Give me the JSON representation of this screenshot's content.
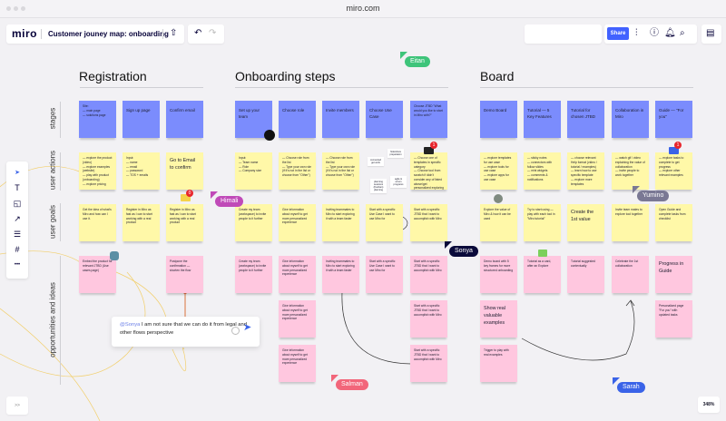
{
  "browser": {
    "url": "miro.com"
  },
  "header": {
    "logo": "miro",
    "board_title": "Customer jouney map: onboarding",
    "share_label": "Share",
    "zoom": "348%",
    "collapse_label": ">>"
  },
  "icons": {
    "upload": "upload-icon",
    "undo": "undo-icon",
    "redo": "redo-icon",
    "settings": "sliders-icon",
    "help": "help-icon",
    "bell": "bell-icon",
    "search": "search-icon",
    "notes": "notes-icon"
  },
  "toolbar": [
    {
      "icon": "cursor-icon",
      "glyph": "➤"
    },
    {
      "icon": "text-icon",
      "glyph": "T"
    },
    {
      "icon": "sticky-note-icon",
      "glyph": "◱"
    },
    {
      "icon": "arrow-line-icon",
      "glyph": "↗"
    },
    {
      "icon": "comment-icon",
      "glyph": "☰"
    },
    {
      "icon": "frame-icon",
      "glyph": "#"
    },
    {
      "icon": "more-icon",
      "glyph": "•••"
    }
  ],
  "sections": [
    "Registration",
    "Onboarding steps",
    "Board"
  ],
  "row_labels": [
    "stages",
    "user actions",
    "user goals",
    "opportunities and ideas"
  ],
  "columns": [
    {
      "stage": "Site:\n— main page\n— solutions page",
      "action": "— explore the product (video)\n— explore examples (website)\n— play with product (onboarding)\n— explore pricing",
      "goal": "Get the idea of what's Miro and how can I use it.",
      "opps": [
        "Embed the product for relevant JTBD (Use cases page)"
      ]
    },
    {
      "stage": "Sign up page",
      "action": "Input:\n— name\n— email\n— password\n— TOS + emails",
      "goal": "Register in Miro as fast as I can to start working with a real product",
      "opps": []
    },
    {
      "stage": "Confirm email",
      "action": "Go to Email to confirm",
      "goal": "Register in Miro as fast as I can to start working with a real product",
      "opps": [
        "Postpone the confirmation — shorten the flow"
      ]
    },
    {
      "stage": "Set up your team",
      "action": "Input:\n— Team name\n— Role\n— Company size",
      "goal": "Create my team (workspace) to invite people to it further",
      "opps": [
        "Create my team (workspace) to invite people to it further"
      ]
    },
    {
      "stage": "Choose role",
      "action": "— Choose role from the list\n— Type your own role (if it's not in the list or choose from \"Other\")",
      "goal": "Give information about myself to get more personalized experience",
      "opps": [
        "Give information about myself to get more personalized experience",
        "Give information about myself to get more personalized experience",
        "Give information about myself to get more personalized experience"
      ]
    },
    {
      "stage": "Invite members",
      "action": "— Choose role from the list\n— Type your own role (if it's not in the list or choose from \"Other\")",
      "goal": "Inviting teammates to Miro to start exploring it with a team faster",
      "opps": [
        "Inviting teammates to Miro to start exploring it with a team faster"
      ]
    },
    {
      "stage": "Choose Use Case",
      "action": null,
      "goal": "Start with a specific Use Case I want to use Miro for",
      "opps": [
        "Start with a specific Use Case I want to use Miro for"
      ]
    },
    {
      "stage": "Choose JTBD \"What would you like to start in Miro with?\"",
      "action": "— Choose one of templates in specific category\n— Choose tool from scratch if didn't consider any of listed above/get personalized exploring the tool",
      "goal": "Start with a specific JTBD that I want to accomplish with Miro",
      "opps": [
        "Start with a specific JTBD that I want to accomplish with Miro",
        "Start with a specific JTBD that I want to accomplish with Miro",
        "Start with a specific JTBD that I want to accomplish with Miro"
      ]
    },
    {
      "stage": "Demo Board",
      "action": "— explore templates for use case\n— explore tools for use case\n— explore apps for use case",
      "goal": "Explore the value of Miro & how it can be used",
      "opps": [
        "Demo board with 5 key frames for more structured onboarding",
        "Show real valuable examples",
        "Trigger to play with real examples"
      ]
    },
    {
      "stage": "Tutorial — 5 Key Features",
      "action": "— sticky notes\n— connectors with follow slides\n— mini widgets\n— comments & notifications",
      "goal": "Try to start using — play with each tool in \"Miro tutorial\"",
      "opps": [
        "Tutorial as a card, after an Explore"
      ]
    },
    {
      "stage": "Tutorial for chosen JTBD",
      "action": "— choose relevant Help format (video / tutorial / examples)\n— learn how to use specific template\n— explore more templates",
      "goal": "Create the 1st value",
      "opps": [
        "Tutorial suggested contextually"
      ]
    },
    {
      "stage": "Collaboration in Miro",
      "action": "— watch gif / video explaining the value of collaboration\n— invite people to work together",
      "goal": "Invite team mates to explore tool together",
      "opps": [
        "Celebrate the 1st collaboration"
      ]
    },
    {
      "stage": "Guide — \"For you\"",
      "action": "— explore tasks to complete to get progress\n— explore other relevant examples",
      "goal": "Open Guide and complete tasks from checklist",
      "opps": [
        "Progress in Guide",
        "Personalized page \"For you\" with updated tasks"
      ]
    }
  ],
  "mini_cards": [
    "connected get work",
    "hide/show preparation",
    "planning sessions (Kanban) planning",
    "agile & scrum programs"
  ],
  "cursors": [
    {
      "name": "Eitan",
      "color": "#3ec47a"
    },
    {
      "name": "Himali",
      "color": "#c04ab8"
    },
    {
      "name": "Yumino",
      "color": "#7a7894"
    },
    {
      "name": "Sonya",
      "color": "#0a0a3a"
    },
    {
      "name": "Salman",
      "color": "#f2667a"
    },
    {
      "name": "Sarah",
      "color": "#3a63e8"
    }
  ],
  "comment": {
    "mention": "@Sonya",
    "text": " I am not sure that we can do it from legal and other flows perspective"
  },
  "badges": [
    "0",
    "1",
    "1"
  ]
}
